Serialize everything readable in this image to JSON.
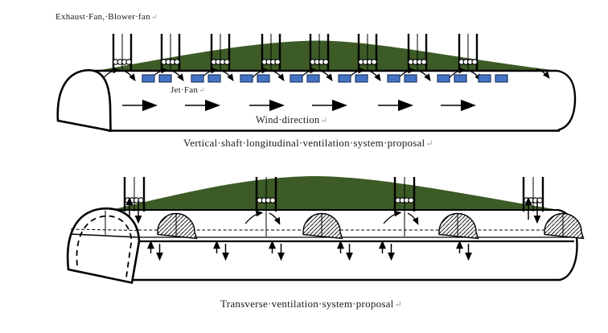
{
  "document": {
    "type": "tunnel ventilation proposal figure"
  },
  "colors": {
    "terrain_green": "#3d5b26",
    "jet_fan_fill": "#4472c4",
    "jet_fan_border": "#1f3864",
    "ink": "#000000",
    "formatting_mark_gray": "#9e9e9e"
  },
  "marks": {
    "paragraph_return": "↵"
  },
  "top_diagram": {
    "exhaust_blower_label": "Exhaust·Fan,·Blower·fan",
    "jet_fan_label": "Jet·Fan",
    "wind_direction_label": "Wind·direction",
    "caption": "Vertical·shaft·longitudinal·ventilation·system·proposal",
    "shaft_count": 8,
    "jet_fan_pair_count": 8,
    "wind_arrow_count": 6
  },
  "bottom_diagram": {
    "caption": "Transverse·ventilation·system·proposal",
    "shaft_count": 4,
    "duct_dome_count": 4,
    "airflow_arrow_pair_count": 6
  }
}
